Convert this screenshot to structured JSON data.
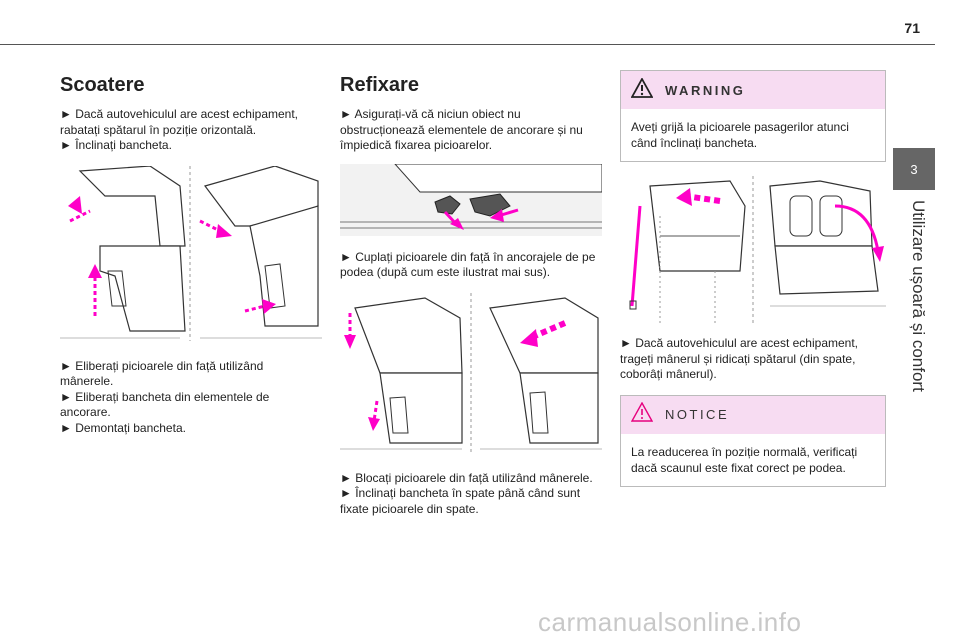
{
  "page": {
    "number": "71"
  },
  "side": {
    "tab_number": "3",
    "title": "Utilizare ușoară și confort"
  },
  "col1": {
    "heading": "Scoatere",
    "para1_lines": [
      "► Dacă autovehiculul are acest echipament,",
      "rabatați spătarul în poziție orizontală.",
      "► Înclinați bancheta."
    ],
    "para2_lines": [
      "► Eliberați picioarele din față utilizând",
      "mânerele.",
      "► Eliberați bancheta din elementele de",
      "ancorare.",
      "► Demontați bancheta."
    ]
  },
  "col2": {
    "heading": "Refixare",
    "para1_lines": [
      "► Asigurați-vă că niciun obiect nu",
      "obstrucționează elementele de ancorare și nu",
      "împiedică fixarea picioarelor."
    ],
    "para2_lines": [
      "► Cuplați picioarele din față în ancorajele de pe",
      "podea (după cum este ilustrat mai sus)."
    ],
    "para3_lines": [
      "► Blocați picioarele din față utilizând mânerele.",
      "► Înclinați bancheta în spate până când sunt",
      "fixate picioarele din spate."
    ]
  },
  "col3": {
    "warning": {
      "title": "WARNING",
      "lines": [
        "Aveți grijă la picioarele pasagerilor atunci",
        "când înclinați bancheta."
      ]
    },
    "para1_lines": [
      "► Dacă autovehiculul are acest echipament,",
      "trageți mânerul și ridicați spătarul (din spate,",
      "coborâți mânerul)."
    ],
    "notice": {
      "title": "NOTICE",
      "lines": [
        "La readucerea în poziție normală, verificați",
        "dacă scaunul este fixat corect pe podea."
      ]
    }
  },
  "watermark": "carmanualsonline.info",
  "colors": {
    "accent_pink": "#ff00c8",
    "box_header": "#f7dcf2",
    "side_tab": "#666666"
  },
  "icons": {
    "warning": "warning-triangle-icon",
    "notice": "notice-triangle-icon"
  }
}
